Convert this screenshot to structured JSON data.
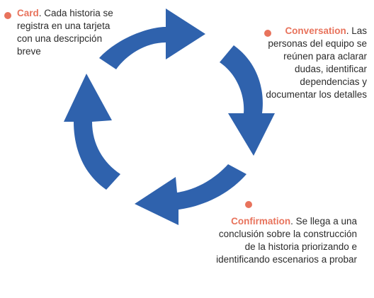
{
  "colors": {
    "arrow": "#2f62ad",
    "accent": "#e8735c",
    "text": "#2b2b2b"
  },
  "steps": [
    {
      "term": "Card",
      "description": ". Cada historia se registra en una tarjeta con una descripción breve"
    },
    {
      "term": "Conversation",
      "description": ". Las personas del equipo se reúnen para aclarar dudas, identificar dependencias y documentar los detalles"
    },
    {
      "term": "Confirmation",
      "description": ". Se llega a una conclusión sobre la construcción de la historia priorizando e identificando escenarios a probar"
    }
  ]
}
